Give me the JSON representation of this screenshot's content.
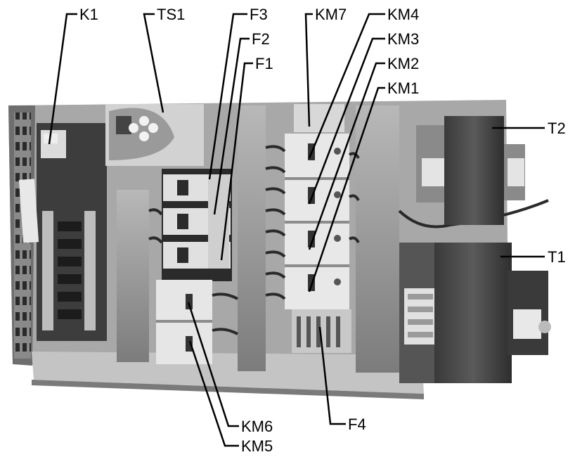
{
  "labels": {
    "K1": "K1",
    "TS1": "TS1",
    "F3": "F3",
    "F2": "F2",
    "F1": "F1",
    "KM7": "KM7",
    "KM4": "KM4",
    "KM3": "KM3",
    "KM2": "KM2",
    "KM1": "KM1",
    "T2": "T2",
    "T1": "T1",
    "KM6": "KM6",
    "KM5": "KM5",
    "F4": "F4"
  },
  "colors": {
    "background": "#ffffff",
    "cabinet": "#9a9a9a",
    "label": "#000000"
  }
}
